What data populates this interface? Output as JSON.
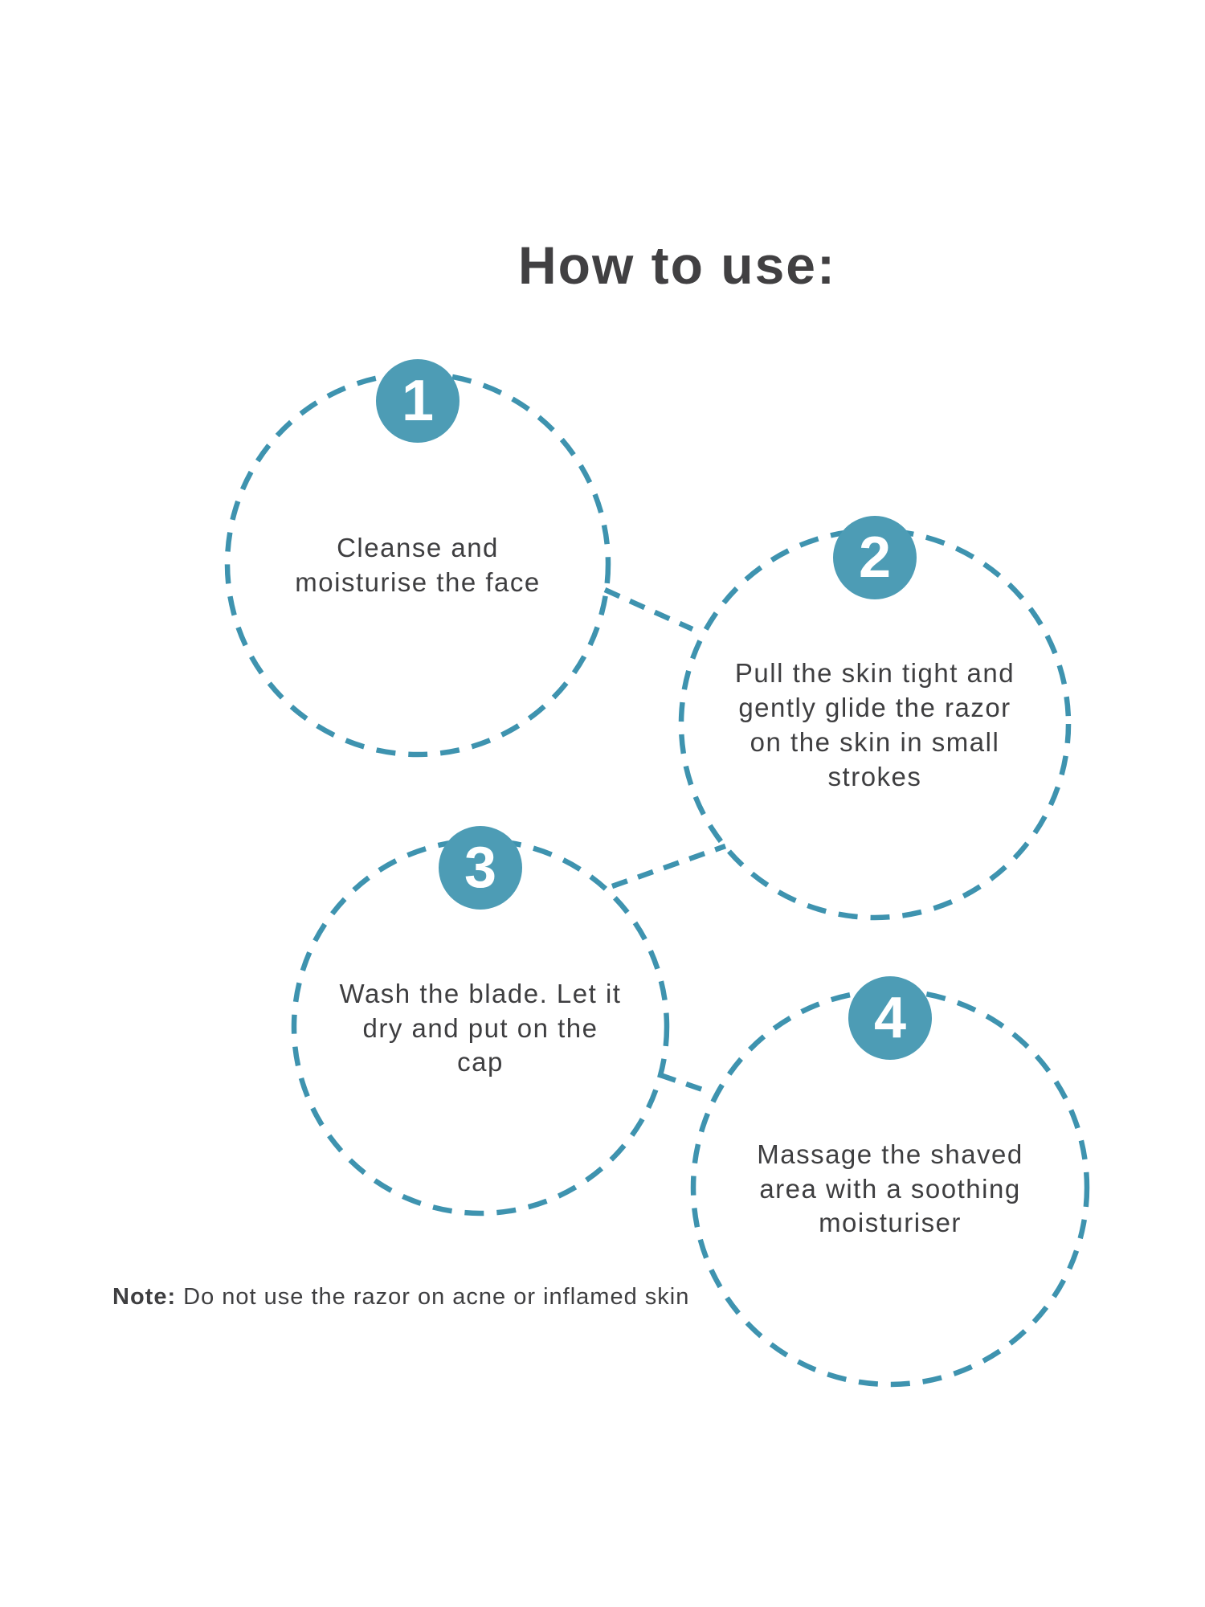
{
  "page": {
    "title": "How to use:"
  },
  "colors": {
    "teal_badge": "#4d9cb5",
    "teal_dash": "#3e93af",
    "text_dark": "#3e3e40",
    "title_color": "#414042"
  },
  "steps": [
    {
      "number": "1",
      "text": "Cleanse and\nmoisturise the face"
    },
    {
      "number": "2",
      "text": "Pull the skin tight and\ngently glide the razor\non the skin in small\nstrokes"
    },
    {
      "number": "3",
      "text": "Wash the blade. Let it\ndry and put on the\ncap"
    },
    {
      "number": "4",
      "text": "Massage the shaved\narea with a soothing\nmoisturiser"
    }
  ],
  "note": {
    "label": "Note:",
    "text": "Do not use the razor on acne or inflamed skin"
  }
}
